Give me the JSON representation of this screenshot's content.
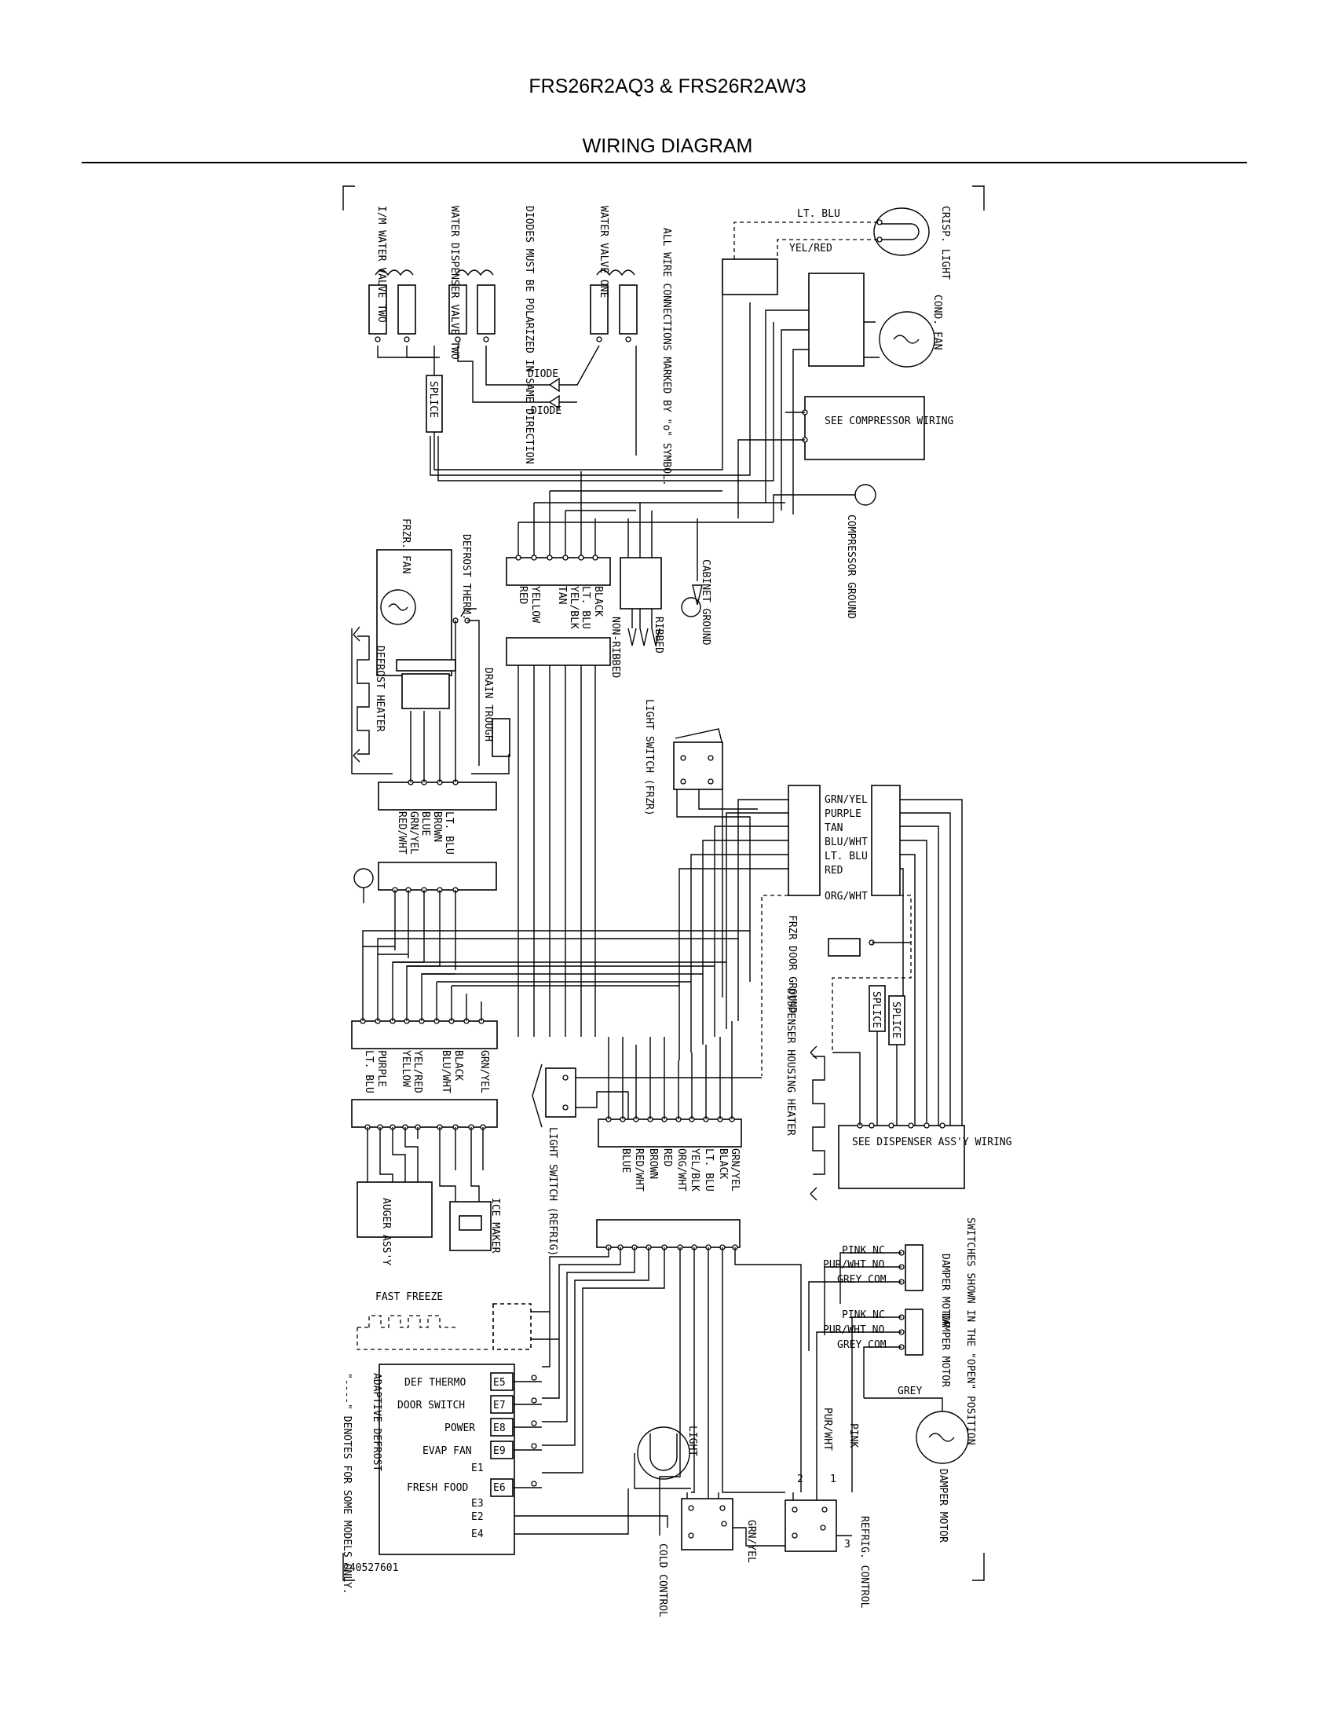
{
  "header": {
    "model": "FRS26R2AQ3 & FRS26R2AW3",
    "title": "WIRING DIAGRAM"
  },
  "diagram": {
    "drawing_number": "240527601",
    "labels": {
      "im_valve": "I/M WATER VALVE TWO",
      "disp_valve": "WATER DISPENSER VALVE TWO",
      "diodes_note": "DIODES MUST BE POLARIZED IN SAME DIRECTION",
      "valve_one": "WATER VALVE ONE",
      "connections_note": "ALL WIRE CONNECTIONS MARKED BY \"o\" SYMBOL.",
      "lt_blu_top": "LT. BLU",
      "yel_red_top": "YEL/RED",
      "crisp_light": "CRISP. LIGHT",
      "cond_fan": "COND. FAN",
      "diode1": "DIODE",
      "diode2": "DIODE",
      "splice_top": "SPLICE",
      "compressor_wiring": "SEE COMPRESSOR WIRING",
      "compressor_ground": "COMPRESSOR GROUND",
      "cabinet_ground": "CABINET GROUND",
      "frzr_fan": "FRZR. FAN",
      "defrost_therm": "DEFROST THERM.",
      "defrost_heater": "DEFROST HEATER",
      "drain_trough": "DRAIN TROUGH",
      "ribbed": "RIBBED",
      "non_ribbed": "NON-RIBBED",
      "light_switch_frzr": "LIGHT SWITCH (FRZR)",
      "frzr_door_ground": "FRZR DOOR GROUND",
      "dispenser_heater": "DISPENSER HOUSING HEATER",
      "splice_a": "SPLICE",
      "splice_b": "SPLICE",
      "dispenser_wiring": "SEE DISPENSER ASS'Y WIRING",
      "light_switch_refrig": "LIGHT SWITCH (REFRIG)",
      "auger": "AUGER ASS'Y",
      "ice_maker": "ICE MAKER",
      "fast_freeze": "FAST FREEZE",
      "switches_note": "SWITCHES SHOWN IN THE \"OPEN\" POSITION",
      "damper_motor_1": "DAMPER MOTOR",
      "damper_motor_2": "DAMPER MOTOR",
      "damper_motor_3": "DAMPER MOTOR",
      "grey": "GREY",
      "pur_wht": "PUR/WHT",
      "pink": "PINK",
      "light_bottom": "LIGHT",
      "cold_control": "COLD CONTROL",
      "refrig_control": "REFRIG. CONTROL",
      "grn_yel_bottom": "GRN/YEL",
      "adaptive_defrost": "ADAPTIVE DEFROST",
      "dash_note": "\"----\" DENOTES FOR SOME MODELS ONLY.",
      "num1": "1",
      "num2": "2",
      "num3": "3"
    },
    "wire_groups": {
      "harness_top": [
        "BLACK",
        "LT. BLU",
        "YEL/BLK",
        "TAN",
        "YELLOW",
        "RED"
      ],
      "harness_left": [
        "LT. BLU",
        "BROWN",
        "BLUE",
        "GRN/YEL",
        "RED/WHT"
      ],
      "door_right": [
        "GRN/YEL",
        "PURPLE",
        "TAN",
        "BLU/WHT",
        "LT. BLU",
        "RED",
        "ORG/WHT"
      ],
      "harness_mid_left": [
        "GRN/YEL",
        "BLACK",
        "BLU/WHT",
        "YEL/RED",
        "YELLOW",
        "PURPLE",
        "LT. BLU"
      ],
      "harness_mid_right": [
        "GRN/YEL",
        "BLACK",
        "LT. BLU",
        "YEL/BLK",
        "ORG/WHT",
        "RED",
        "BROWN",
        "RED/WHT",
        "BLUE"
      ],
      "damper_switch_1": [
        "PINK NC",
        "PUR/WHT NO",
        "GREY COM"
      ],
      "damper_switch_2": [
        "PINK NC",
        "PUR/WHT NO",
        "GREY COM"
      ]
    },
    "control_board": [
      {
        "name": "DEF THERMO",
        "terminal": "E5"
      },
      {
        "name": "DOOR SWITCH",
        "terminal": "E7"
      },
      {
        "name": "POWER",
        "terminal": "E8"
      },
      {
        "name": "EVAP FAN",
        "terminal": "E9"
      },
      {
        "name": "",
        "terminal": "E1"
      },
      {
        "name": "FRESH FOOD",
        "terminal": "E6"
      },
      {
        "name": "",
        "terminal": "E3"
      },
      {
        "name": "",
        "terminal": "E2"
      },
      {
        "name": "",
        "terminal": "E4"
      }
    ]
  }
}
